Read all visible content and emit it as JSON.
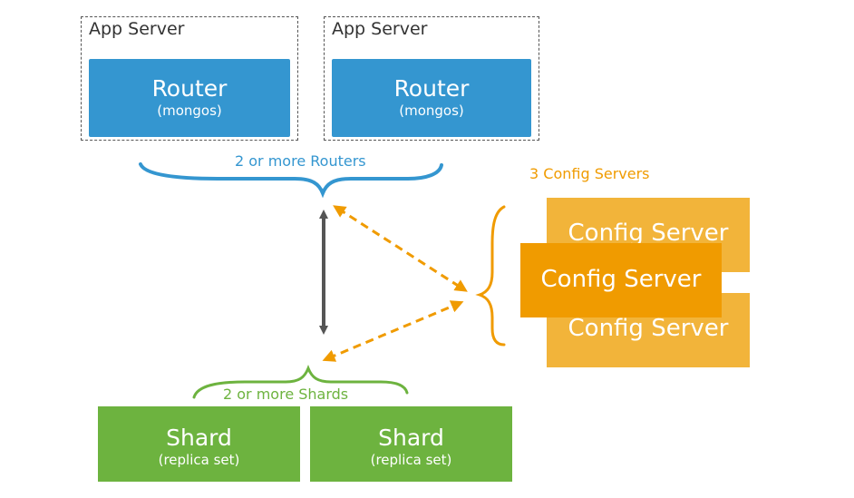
{
  "app_servers": [
    {
      "label": "App Server",
      "router_title": "Router",
      "router_sub": "(mongos)"
    },
    {
      "label": "App Server",
      "router_title": "Router",
      "router_sub": "(mongos)"
    }
  ],
  "routers_caption": "2 or more Routers",
  "config": {
    "caption": "3 Config Servers",
    "servers": [
      "Config Server",
      "Config Server",
      "Config Server"
    ]
  },
  "shards_caption": "2 or more Shards",
  "shards": [
    {
      "title": "Shard",
      "sub": "(replica set)"
    },
    {
      "title": "Shard",
      "sub": "(replica set)"
    }
  ],
  "colors": {
    "router": "#3496d0",
    "config": "#f09b00",
    "shard": "#6db33f",
    "connector": "#555555"
  }
}
